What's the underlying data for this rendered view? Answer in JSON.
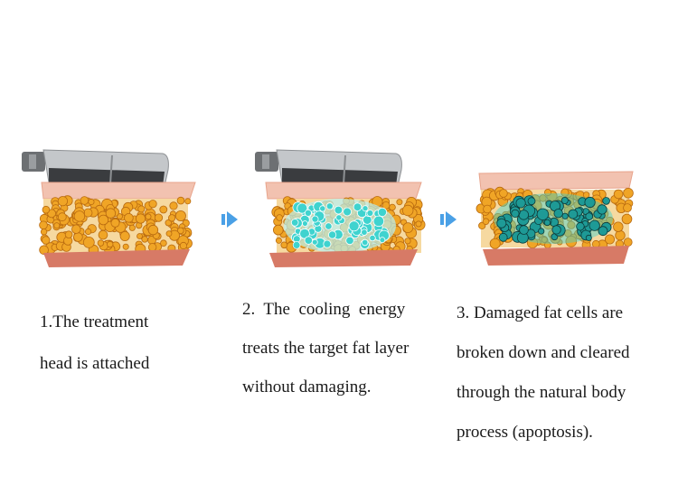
{
  "steps": [
    {
      "caption_lines": [
        "1.The treatment",
        "head is attached"
      ]
    },
    {
      "caption_lines": [
        "2.  The  cooling  energy",
        "treats the target fat layer",
        "without damaging."
      ]
    },
    {
      "caption_lines": [
        "3. Damaged fat cells are",
        "broken down and cleared",
        "through the natural body",
        "process (apoptosis)."
      ]
    }
  ],
  "icons": {
    "step_arrow": "chevron-right-icon",
    "applicator": "applicator-device-icon"
  },
  "colors": {
    "skin": "#f2c2b0",
    "skin_edge": "#e8a48c",
    "fat": "#f0a526",
    "fat_dark": "#b86a10",
    "cool": "#3fd3cf",
    "cool_glow": "#b8f1f3",
    "dead_cell": "#1e9a96",
    "muscle": "#d77a66",
    "device": "#b9bcbf",
    "arrow": "#4aa0e6"
  }
}
